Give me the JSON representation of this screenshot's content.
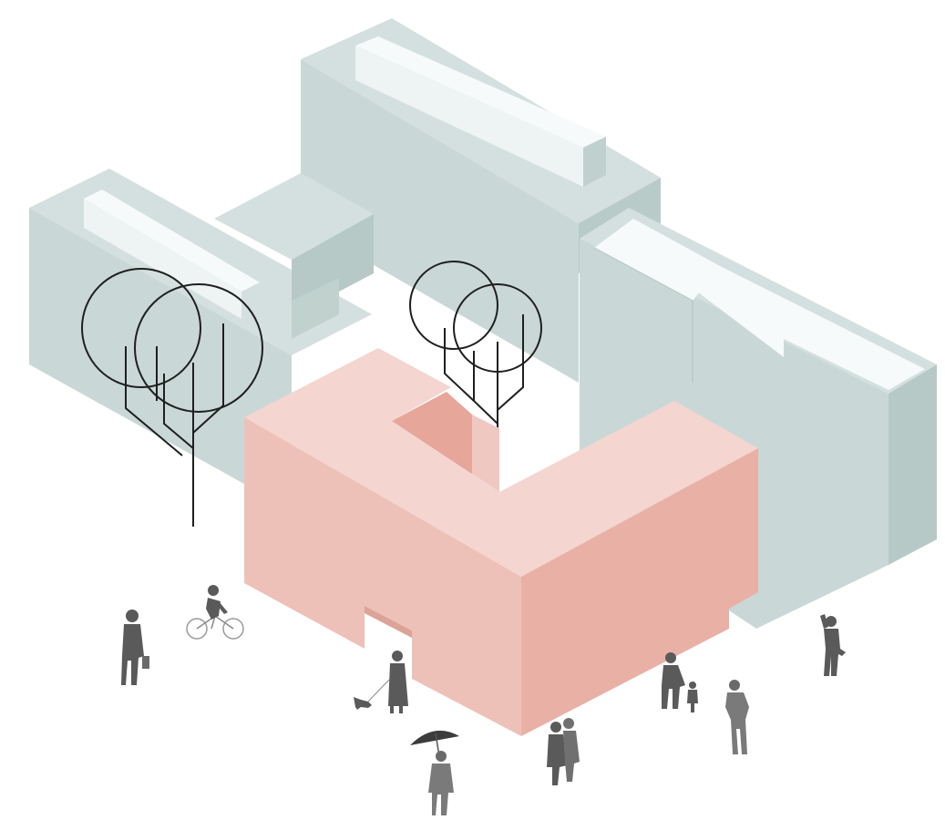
{
  "scene": {
    "type": "axonometric-massing",
    "colors": {
      "background": "#ffffff",
      "context_top": "#d4e0df",
      "context_side_light": "#c8d7d5",
      "context_side_dark": "#b8cac7",
      "roof_strip": "#f7fafa",
      "new_building_top": "#f4d5cf",
      "new_building_left": "#eec1b8",
      "new_building_right": "#e9b0a5",
      "new_building_inner": "#e6a699",
      "tree_line": "#1f1f1f",
      "people": "#5a5a5a"
    },
    "elements": {
      "context_buildings": [
        "block-west",
        "block-center",
        "block-east"
      ],
      "new_building": "u-shaped-block",
      "trees": 4,
      "people": [
        "pedestrian",
        "cyclist",
        "woman-with-dog",
        "person-with-umbrella",
        "couple",
        "parent-with-child",
        "pedestrian-right",
        "person-on-phone"
      ]
    }
  }
}
